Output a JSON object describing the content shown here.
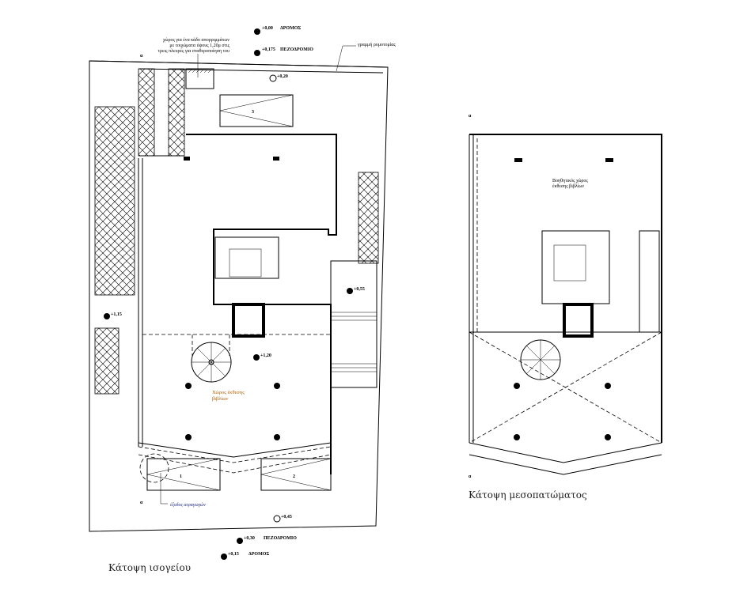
{
  "ground_floor": {
    "title": "Κάτοψη ισογείου",
    "levels": {
      "road_top": {
        "value": "+0,00",
        "label": "ΔΡΟΜΟΣ"
      },
      "sidewalk_top": {
        "value": "+0,175",
        "label": "ΠΕΖΟΔΡΟΜΙΟ"
      },
      "entry": "+0,20",
      "side": "+0,55",
      "left_room": "+1,15",
      "hall": "+1,20",
      "bottom_yard": "+0,45",
      "sidewalk_bottom": {
        "value": "+0,30",
        "label": "ΠΕΖΟΔΡΟΜΙΟ"
      },
      "road_bottom": {
        "value": "+0,15",
        "label": "ΔΡΟΜΟΣ"
      }
    },
    "notes": {
      "bin_line1": "χώρος για ένα κάδο απορριμμάτων",
      "bin_line2": "με τοιχώματα ύψους 1,20μ στις",
      "bin_line3": "τρεις πλευρές για σταθεροποίηση του",
      "building_line": "γραμμή ρυμοτομίας",
      "air_exit": "έξοδος αεραγωγών"
    },
    "room": {
      "line1": "Χώρος έκθεσης",
      "line2": "βιβλίων"
    },
    "parking": [
      "1",
      "2",
      "3"
    ],
    "section_mark": "α"
  },
  "mezzanine": {
    "title": "Κάτοψη μεσοπατώματος",
    "room": {
      "line1": "Βοηθητικός χώρος",
      "line2": "έκθεσης βιβλίων"
    },
    "section_mark": "α"
  },
  "colors": {
    "orange": "#b35c00",
    "blue": "#1a237e"
  }
}
